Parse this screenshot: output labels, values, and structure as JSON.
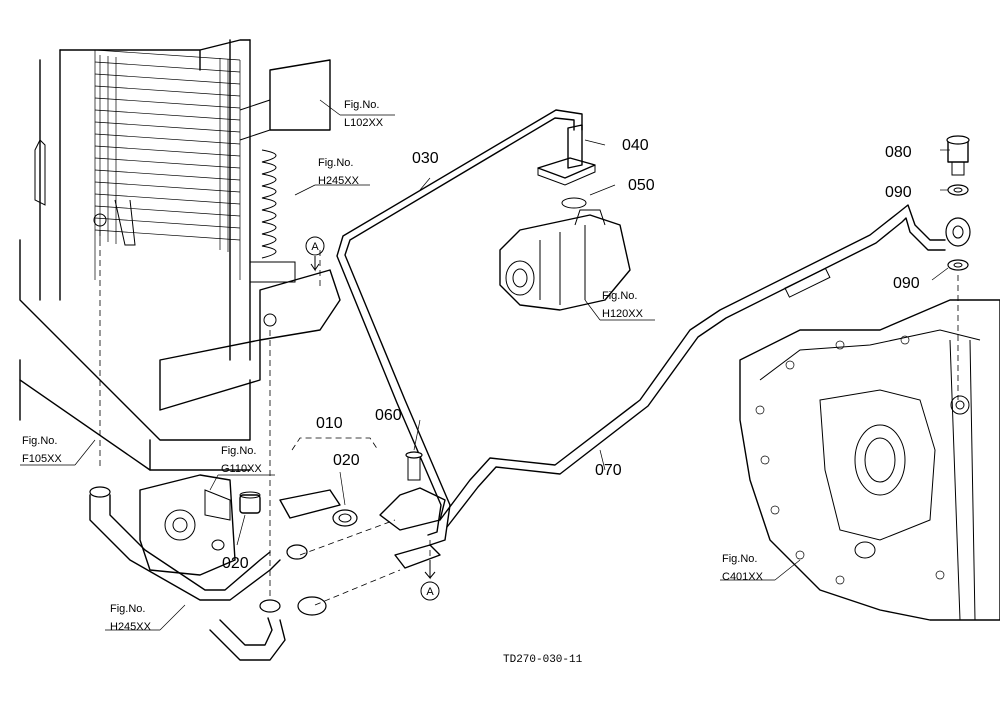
{
  "diagram": {
    "drawing_code": "TD270-030-11",
    "fig_refs": {
      "l102": {
        "prefix": "Fig.No.",
        "code": "L102XX"
      },
      "h245_top": {
        "prefix": "Fig.No.",
        "code": "H245XX"
      },
      "h120": {
        "prefix": "Fig.No.",
        "code": "H120XX"
      },
      "f105": {
        "prefix": "Fig.No.",
        "code": "F105XX"
      },
      "g110": {
        "prefix": "Fig.No.",
        "code": "G110XX"
      },
      "h245_bottom": {
        "prefix": "Fig.No.",
        "code": "H245XX"
      },
      "c401": {
        "prefix": "Fig.No.",
        "code": "C401XX"
      }
    },
    "parts": {
      "p010": "010",
      "p020_top": "020",
      "p020_left": "020",
      "p030": "030",
      "p040": "040",
      "p050": "050",
      "p060": "060",
      "p070": "070",
      "p080": "080",
      "p090_top": "090",
      "p090_bottom": "090"
    },
    "markers": {
      "a_top": "A",
      "a_bottom": "A"
    }
  }
}
